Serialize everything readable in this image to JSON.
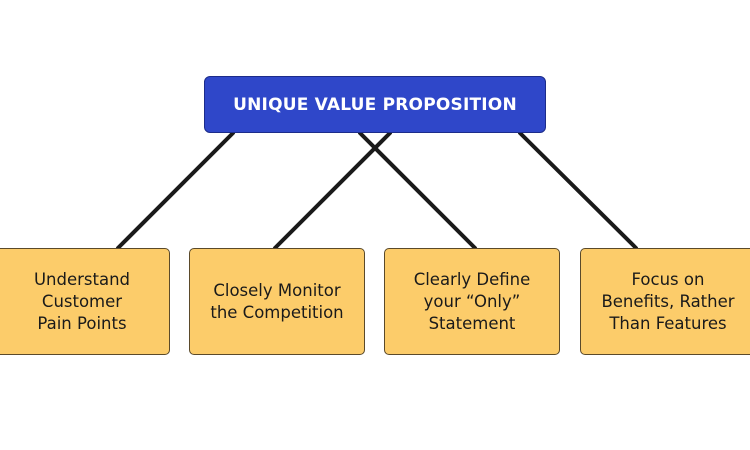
{
  "colors": {
    "root_fill": "#2f47c9",
    "child_fill": "#fccc6a",
    "connector": "#1a1a1a"
  },
  "root": {
    "label": "UNIQUE VALUE PROPOSITION"
  },
  "children": [
    {
      "label": "Understand\nCustomer\nPain Points"
    },
    {
      "label": "Closely Monitor\nthe Competition"
    },
    {
      "label": "Clearly Define\nyour “Only”\nStatement"
    },
    {
      "label": "Focus on\nBenefits, Rather\nThan Features"
    }
  ]
}
